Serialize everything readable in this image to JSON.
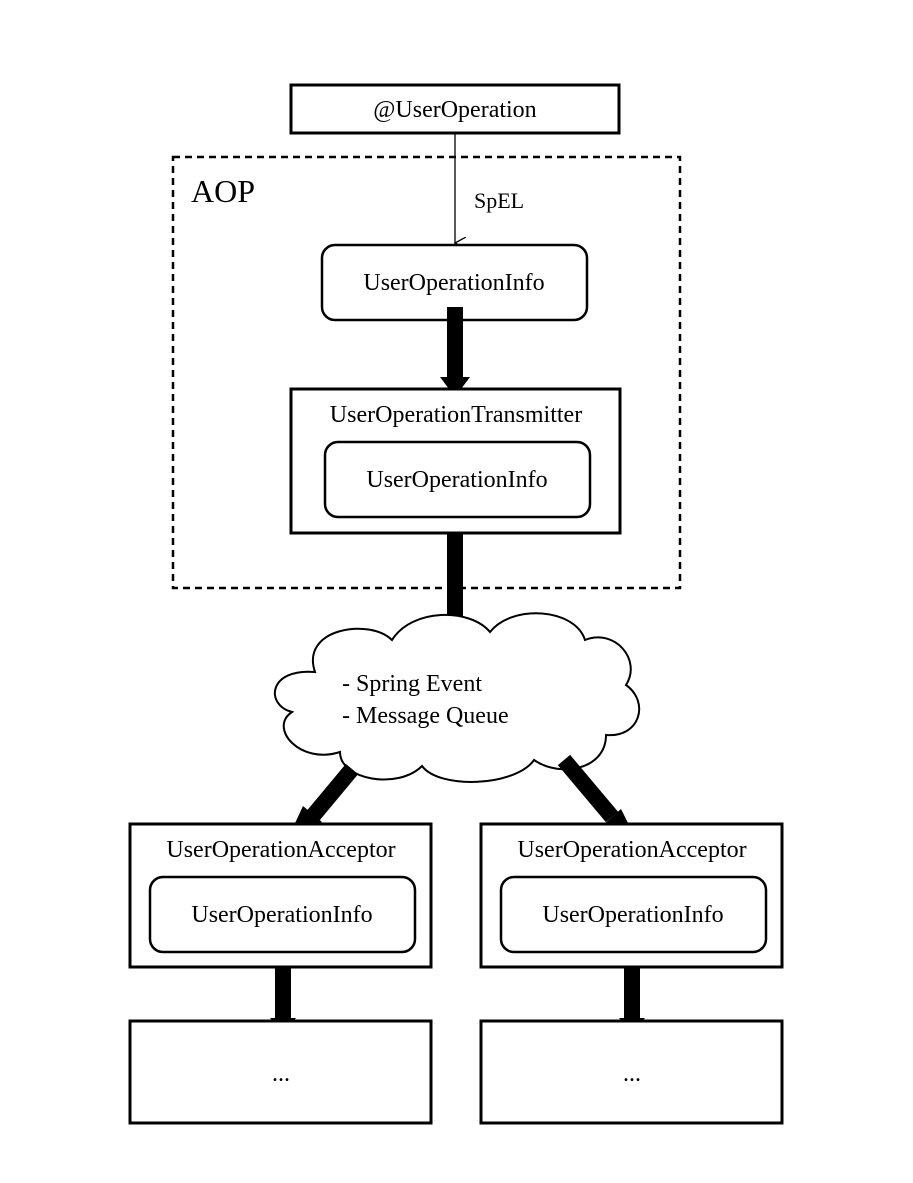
{
  "annotation": {
    "label": "@UserOperation",
    "edge_label": "SpEL"
  },
  "aop_region": {
    "label": "AOP",
    "info": {
      "label": "UserOperationInfo"
    },
    "transmitter": {
      "label": "UserOperationTransmitter",
      "info": {
        "label": "UserOperationInfo"
      }
    }
  },
  "channel": {
    "items": [
      "- Spring Event",
      "- Message Queue"
    ]
  },
  "acceptors": [
    {
      "label": "UserOperationAcceptor",
      "info": {
        "label": "UserOperationInfo"
      },
      "next": {
        "label": "..."
      }
    },
    {
      "label": "UserOperationAcceptor",
      "info": {
        "label": "UserOperationInfo"
      },
      "next": {
        "label": "..."
      }
    }
  ],
  "colors": {
    "line": "#000000",
    "background": "#ffffff"
  }
}
